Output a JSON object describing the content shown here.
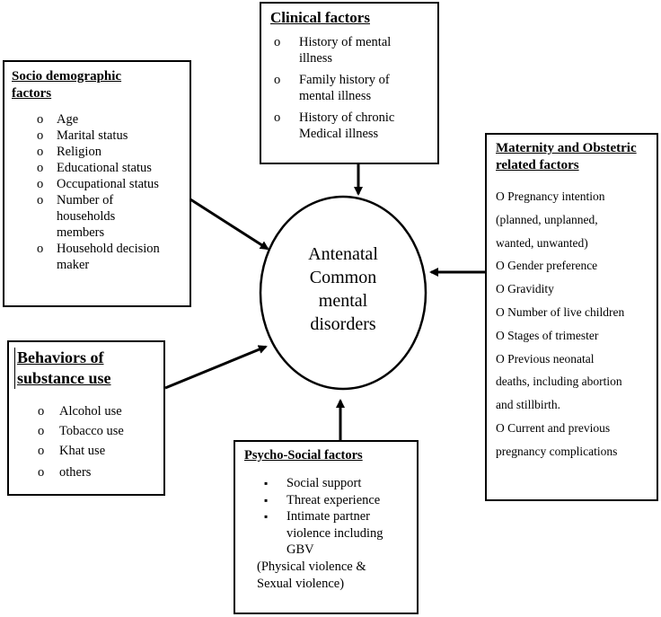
{
  "center": {
    "lines": [
      "Antenatal",
      "Common",
      "mental",
      "disorders"
    ]
  },
  "clinical": {
    "title": "Clinical factors",
    "bullet": "o",
    "items": [
      [
        "History of mental",
        "illness"
      ],
      [
        "Family history of",
        "mental illness"
      ],
      [
        "History of chronic",
        "Medical illness"
      ]
    ]
  },
  "socio": {
    "title_lines": [
      "Socio demographic",
      "factors"
    ],
    "bullet": "o",
    "items": [
      [
        "Age"
      ],
      [
        "Marital status"
      ],
      [
        "Religion"
      ],
      [
        "Educational status"
      ],
      [
        "Occupational status"
      ],
      [
        "Number of",
        "households",
        "members"
      ],
      [
        "Household decision",
        "maker"
      ]
    ]
  },
  "maternity": {
    "title_lines": [
      "Maternity and Obstetric",
      "related factors"
    ],
    "bullet": "O",
    "lines": [
      "O Pregnancy intention",
      "(planned, unplanned,",
      "wanted, unwanted)",
      "O Gender preference",
      "O Gravidity",
      "O Number of live children",
      "O Stages of trimester",
      "O Previous neonatal",
      "deaths, including abortion",
      "and stillbirth.",
      "O Current and previous",
      "pregnancy complications"
    ]
  },
  "behaviors": {
    "title_lines": [
      "Behaviors of",
      "substance use"
    ],
    "bullet": "o",
    "items": [
      "Alcohol use",
      "Tobacco use",
      "Khat use",
      "others"
    ]
  },
  "psycho": {
    "title": "Psycho-Social factors",
    "bullet": "▪",
    "items": [
      [
        "Social support"
      ],
      [
        "Threat experience"
      ],
      [
        "Intimate partner",
        "violence including",
        "GBV"
      ]
    ],
    "note_lines": [
      "(Physical violence &",
      "Sexual violence)"
    ]
  }
}
